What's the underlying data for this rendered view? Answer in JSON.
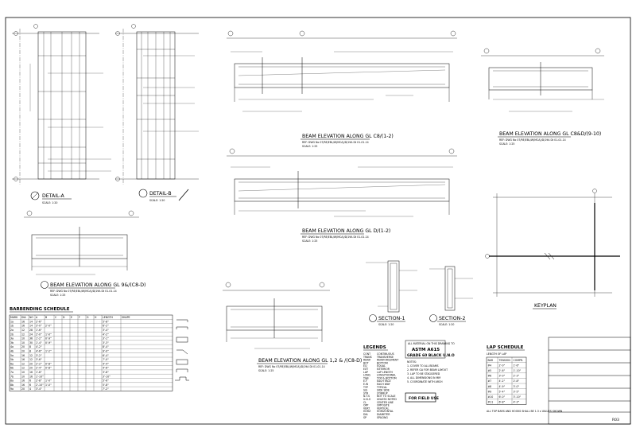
{
  "sheet": {
    "sheet_number": "R03",
    "callout_note": "REF: DWG No 07/RE/EBL/W(MCA)/D/19A Dt 01-01-14"
  },
  "details": {
    "detail_a": {
      "title": "DETAIL-A",
      "scale": "SCALE: 1:20"
    },
    "detail_b": {
      "title": "DETAIL-B",
      "scale": "SCALE: 1:20"
    }
  },
  "elevations": {
    "e1": {
      "title": "BEAM ELEVATION ALONG GL C8/(1-2)",
      "scale": "SCALE: 1:25"
    },
    "e2": {
      "title": "BEAM ELEVATION ALONG GL C8&D/(9-10)",
      "scale": "SCALE: 1:25"
    },
    "e3": {
      "title": "BEAM ELEVATION ALONG GL D/(1-2)",
      "scale": "SCALE: 1:25"
    },
    "e4": {
      "title": "BEAM ELEVATION ALONG GL 9&/(C8-D)",
      "scale": "SCALE: 1:25"
    },
    "e5": {
      "title": "BEAM ELEVATION ALONG GL 1,2 & /(C8-D)",
      "scale": "SCALE: 1:25"
    }
  },
  "sections": {
    "s1": {
      "title": "SECTION-1",
      "scale": "SCALE: 1:20"
    },
    "s2": {
      "title": "SECTION-2",
      "scale": "SCALE: 1:20"
    }
  },
  "keyplan": {
    "title": "KEYPLAN"
  },
  "bbs": {
    "title": "BARBENDING SCHEDULE",
    "headers": [
      "MARK",
      "DIA",
      "NO",
      "A",
      "B",
      "C",
      "D",
      "E",
      "F",
      "G",
      "H",
      "LENGTH",
      "SHAPE"
    ],
    "rows": [
      [
        "1a",
        "16",
        "14",
        "2'-6\"",
        "",
        "",
        "",
        "",
        "",
        "",
        "",
        "5'-8\"",
        ""
      ],
      [
        "1b",
        "16",
        "14",
        "3'-0\"",
        "2'-0\"",
        "",
        "",
        "",
        "",
        "",
        "",
        "6'-2\"",
        ""
      ],
      [
        "2a",
        "12",
        "28",
        "1'-6\"",
        "",
        "",
        "",
        "",
        "",
        "",
        "",
        "3'-4\"",
        ""
      ],
      [
        "2b",
        "12",
        "24",
        "2'-0\"",
        "1'-0\"",
        "",
        "",
        "",
        "",
        "",
        "",
        "4'-2\"",
        ""
      ],
      [
        "3a",
        "10",
        "36",
        "1'-2\"",
        "0'-9\"",
        "",
        "",
        "",
        "",
        "",
        "",
        "3'-1\"",
        ""
      ],
      [
        "3b",
        "10",
        "30",
        "1'-4\"",
        "0'-9\"",
        "",
        "",
        "",
        "",
        "",
        "",
        "3'-3\"",
        ""
      ],
      [
        "4a",
        "20",
        "8",
        "4'-2\"",
        "",
        "",
        "",
        "",
        "",
        "",
        "",
        "8'-4\"",
        ""
      ],
      [
        "4b",
        "20",
        "8",
        "4'-6\"",
        "1'-2\"",
        "",
        "",
        "",
        "",
        "",
        "",
        "9'-0\"",
        ""
      ],
      [
        "5a",
        "16",
        "12",
        "3'-2\"",
        "",
        "",
        "",
        "",
        "",
        "",
        "",
        "6'-4\"",
        ""
      ],
      [
        "5b",
        "16",
        "12",
        "3'-6\"",
        "",
        "",
        "",
        "",
        "",
        "",
        "",
        "7'-0\"",
        ""
      ],
      [
        "6a",
        "12",
        "20",
        "2'-2\"",
        "0'-8\"",
        "",
        "",
        "",
        "",
        "",
        "",
        "4'-4\"",
        ""
      ],
      [
        "6b",
        "12",
        "20",
        "2'-4\"",
        "0'-8\"",
        "",
        "",
        "",
        "",
        "",
        "",
        "4'-6\"",
        ""
      ],
      [
        "7a",
        "10",
        "16",
        "1'-8\"",
        "",
        "",
        "",
        "",
        "",
        "",
        "",
        "3'-8\"",
        ""
      ],
      [
        "7b",
        "10",
        "16",
        "1'-10\"",
        "",
        "",
        "",
        "",
        "",
        "",
        "",
        "3'-10\"",
        ""
      ],
      [
        "8a",
        "16",
        "6",
        "2'-8\"",
        "1'-0\"",
        "",
        "",
        "",
        "",
        "",
        "",
        "5'-6\"",
        ""
      ],
      [
        "8b",
        "16",
        "6",
        "2'-10\"",
        "1'-0\"",
        "",
        "",
        "",
        "",
        "",
        "",
        "5'-8\"",
        ""
      ],
      [
        "9a",
        "20",
        "4",
        "3'-4\"",
        "",
        "",
        "",
        "",
        "",
        "",
        "",
        "7'-2\"",
        ""
      ]
    ]
  },
  "legends": {
    "title": "LEGENDS",
    "items": [
      [
        "CONT",
        "CONTINUOUS"
      ],
      [
        "TRANS",
        "TRANSVERSE"
      ],
      [
        "REINF",
        "REINFORCEMENT"
      ],
      [
        "BOT",
        "BOTTOM"
      ],
      [
        "EQ",
        "EQUAL"
      ],
      [
        "EXT",
        "EXTERIOR"
      ],
      [
        "LAP",
        "LAP LENGTH"
      ],
      [
        "LONG",
        "LONGITUDINAL"
      ],
      [
        "T&B",
        "TOP & BOTTOM"
      ],
      [
        "E.F",
        "EACH FACE"
      ],
      [
        "E.W",
        "EACH WAY"
      ],
      [
        "TYP",
        "TYPICAL"
      ],
      [
        "S/S",
        "SIDE SIDE"
      ],
      [
        "STR",
        "STIRRUP"
      ],
      [
        "N.T.S",
        "NOT TO SCALE"
      ],
      [
        "U.N.O",
        "UNLESS NOTED"
      ],
      [
        "CL",
        "CENTER LINE"
      ],
      [
        "OPP",
        "OPPOSITE"
      ],
      [
        "VERT",
        "VERTICAL"
      ],
      [
        "HORZ",
        "HORIZONTAL"
      ],
      [
        "DIA",
        "DIAMETER"
      ],
      [
        "SP",
        "SPACING"
      ]
    ]
  },
  "material": {
    "line1": "ALL MATERIAL ON THIS DRAWING TO",
    "line2": "ASTM A615",
    "line3": "GRADE 60 BLACK U.N.O",
    "notes_title": "NOTES:",
    "notes": [
      "1. COVER TO ALL BEAMS",
      "2. REFER GA FOR BEAM LAYOUT",
      "3. LAP TO BE STAGGERED",
      "4. ALL DIMENSIONS IN MM",
      "5. COORDINATE WITH ARCH"
    ],
    "stamp": "FOR FIELD USE"
  },
  "lap": {
    "title": "LAP SCHEDULE",
    "subtitle": "LENGTH OF LAP",
    "headers": [
      "BAR",
      "TENSION",
      "COMPR."
    ],
    "rows": [
      [
        "#4",
        "2'-0\"",
        "1'-6\""
      ],
      [
        "#5",
        "2'-6\"",
        "1'-10\""
      ],
      [
        "#6",
        "3'-0\"",
        "2'-3\""
      ],
      [
        "#7",
        "4'-2\"",
        "2'-8\""
      ],
      [
        "#8",
        "4'-9\"",
        "3'-0\""
      ],
      [
        "#9",
        "5'-4\"",
        "3'-5\""
      ],
      [
        "#10",
        "6'-0\"",
        "3'-10\""
      ],
      [
        "#11",
        "6'-8\"",
        "4'-3\""
      ]
    ],
    "footnote": "ALL TOP BARS AND HOOKS SHALL BE 1.3 x VALUES SHOWN"
  }
}
